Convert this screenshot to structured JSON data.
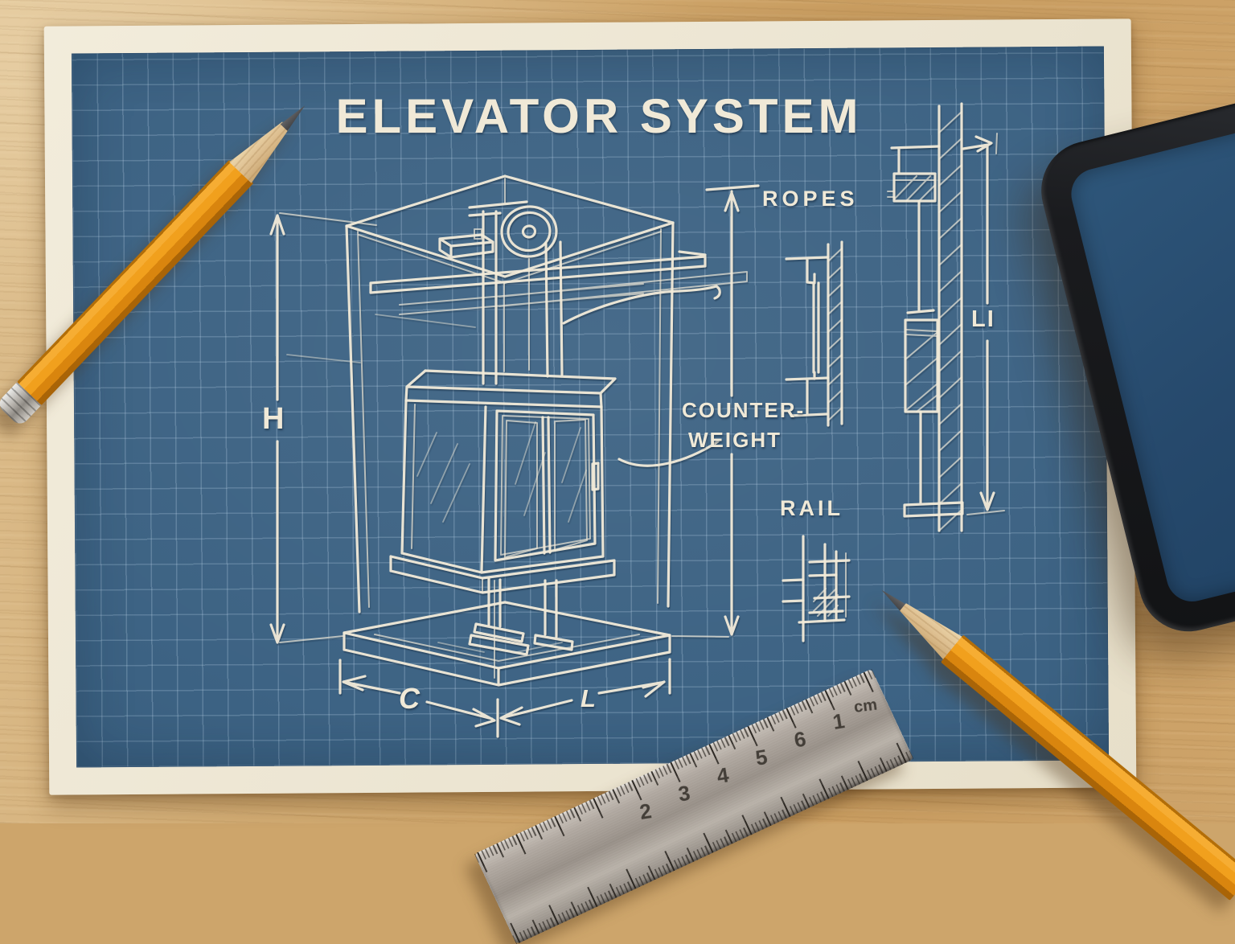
{
  "blueprint": {
    "title": "ELEVATOR SYSTEM",
    "labels": {
      "ropes": "ROPES",
      "counterweight_line1": "COUNTER-",
      "counterweight_line2": "WEIGHT",
      "rail": "RAIL"
    },
    "dimensions": {
      "shaft_height": "H",
      "cab_depth": "C",
      "cab_width": "L",
      "counterweight_rail": "LI"
    }
  },
  "ruler": {
    "numbers": [
      "2",
      "3",
      "4",
      "5",
      "6",
      "1"
    ],
    "unit": "cm"
  },
  "colors": {
    "blueprint_blue": "#3c6283",
    "grid_line": "#5d80a0",
    "sketch_ink": "#f2ebd9",
    "paper_cream": "#efe8d6",
    "desk_wood": "#cda56b",
    "pencil_orange": "#ef9a17",
    "tablet_screen": "#2a4f72",
    "ruler_metal": "#a9a29a"
  }
}
